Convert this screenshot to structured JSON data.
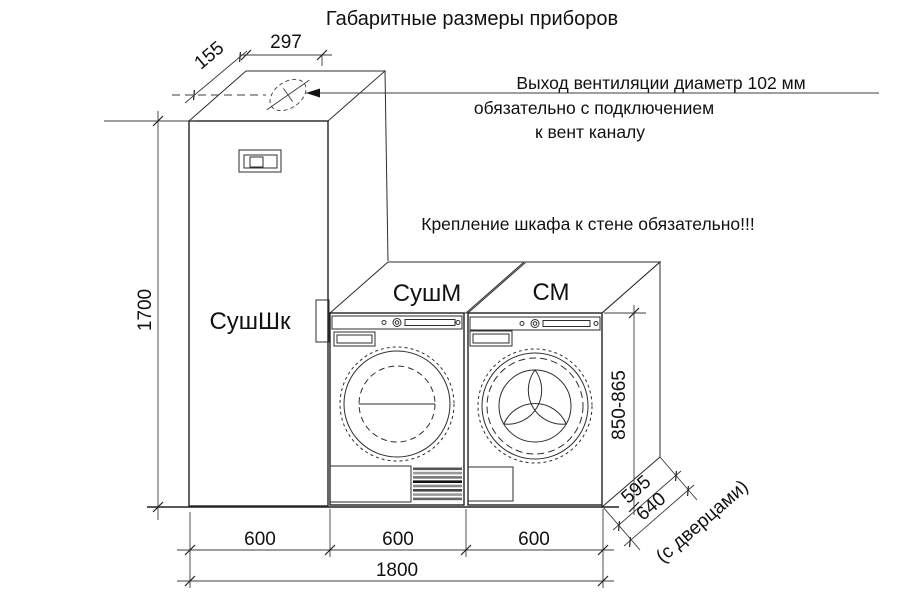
{
  "title": "Габаритные размеры приборов",
  "annotations": {
    "vent_line1": "Выход вентиляции диаметр 102 мм",
    "vent_line2": "обязательно с подключением",
    "vent_line3": "к вент каналу",
    "wall_note": "Крепление шкафа к стене обязательно!!!"
  },
  "appliances": {
    "drying_cabinet": {
      "label": "СушШк"
    },
    "dryer": {
      "label": "СушМ"
    },
    "washer": {
      "label": "СМ"
    }
  },
  "dimensions": {
    "cabinet_top_depth": "155",
    "cabinet_top_width": "297",
    "total_height": "1700",
    "widths": [
      "600",
      "600",
      "600"
    ],
    "total_width": "1800",
    "machine_height": "850-865",
    "machine_depth": "595",
    "machine_depth_with_doors": "640",
    "with_doors_note": "(с дверцами)"
  },
  "colors": {
    "line": "#222222",
    "background": "#ffffff"
  }
}
